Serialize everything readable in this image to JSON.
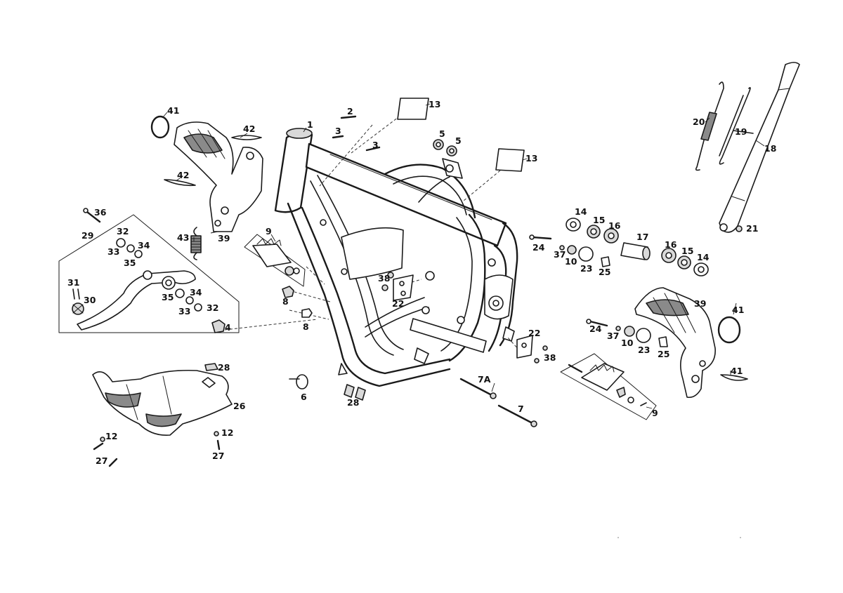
{
  "callouts": [
    {
      "id": "c1",
      "text": "1"
    },
    {
      "id": "c2",
      "text": "2"
    },
    {
      "id": "c3a",
      "text": "3"
    },
    {
      "id": "c3b",
      "text": "3"
    },
    {
      "id": "c4",
      "text": "4"
    },
    {
      "id": "c5a",
      "text": "5"
    },
    {
      "id": "c5b",
      "text": "5"
    },
    {
      "id": "c6",
      "text": "6"
    },
    {
      "id": "c7",
      "text": "7"
    },
    {
      "id": "c7a",
      "text": "7A"
    },
    {
      "id": "c8a",
      "text": "8"
    },
    {
      "id": "c8b",
      "text": "8"
    },
    {
      "id": "c9a",
      "text": "9"
    },
    {
      "id": "c9b",
      "text": "9"
    },
    {
      "id": "c10a",
      "text": "10"
    },
    {
      "id": "c10b",
      "text": "10"
    },
    {
      "id": "c12a",
      "text": "12"
    },
    {
      "id": "c12b",
      "text": "12"
    },
    {
      "id": "c13a",
      "text": "13"
    },
    {
      "id": "c13b",
      "text": "13"
    },
    {
      "id": "c14a",
      "text": "14"
    },
    {
      "id": "c14b",
      "text": "14"
    },
    {
      "id": "c15a",
      "text": "15"
    },
    {
      "id": "c15b",
      "text": "15"
    },
    {
      "id": "c16a",
      "text": "16"
    },
    {
      "id": "c16b",
      "text": "16"
    },
    {
      "id": "c17",
      "text": "17"
    },
    {
      "id": "c18",
      "text": "18"
    },
    {
      "id": "c19",
      "text": "19"
    },
    {
      "id": "c20",
      "text": "20"
    },
    {
      "id": "c21",
      "text": "21"
    },
    {
      "id": "c22a",
      "text": "22"
    },
    {
      "id": "c22b",
      "text": "22"
    },
    {
      "id": "c23a",
      "text": "23"
    },
    {
      "id": "c23b",
      "text": "23"
    },
    {
      "id": "c24a",
      "text": "24"
    },
    {
      "id": "c24b",
      "text": "24"
    },
    {
      "id": "c25a",
      "text": "25"
    },
    {
      "id": "c25b",
      "text": "25"
    },
    {
      "id": "c26",
      "text": "26"
    },
    {
      "id": "c27a",
      "text": "27"
    },
    {
      "id": "c27b",
      "text": "27"
    },
    {
      "id": "c28a",
      "text": "28"
    },
    {
      "id": "c28b",
      "text": "28"
    },
    {
      "id": "c29",
      "text": "29"
    },
    {
      "id": "c30",
      "text": "30"
    },
    {
      "id": "c31",
      "text": "31"
    },
    {
      "id": "c32a",
      "text": "32"
    },
    {
      "id": "c32b",
      "text": "32"
    },
    {
      "id": "c33a",
      "text": "33"
    },
    {
      "id": "c33b",
      "text": "33"
    },
    {
      "id": "c34a",
      "text": "34"
    },
    {
      "id": "c34b",
      "text": "34"
    },
    {
      "id": "c35a",
      "text": "35"
    },
    {
      "id": "c35b",
      "text": "35"
    },
    {
      "id": "c36",
      "text": "36"
    },
    {
      "id": "c37a",
      "text": "37"
    },
    {
      "id": "c37b",
      "text": "37"
    },
    {
      "id": "c38a",
      "text": "38"
    },
    {
      "id": "c38b",
      "text": "38"
    },
    {
      "id": "c39a",
      "text": "39"
    },
    {
      "id": "c39b",
      "text": "39"
    },
    {
      "id": "c41a",
      "text": "41"
    },
    {
      "id": "c41b",
      "text": "41"
    },
    {
      "id": "c41c",
      "text": "41"
    },
    {
      "id": "c42a",
      "text": "42"
    },
    {
      "id": "c42b",
      "text": "42"
    },
    {
      "id": "c43",
      "text": "43"
    }
  ]
}
